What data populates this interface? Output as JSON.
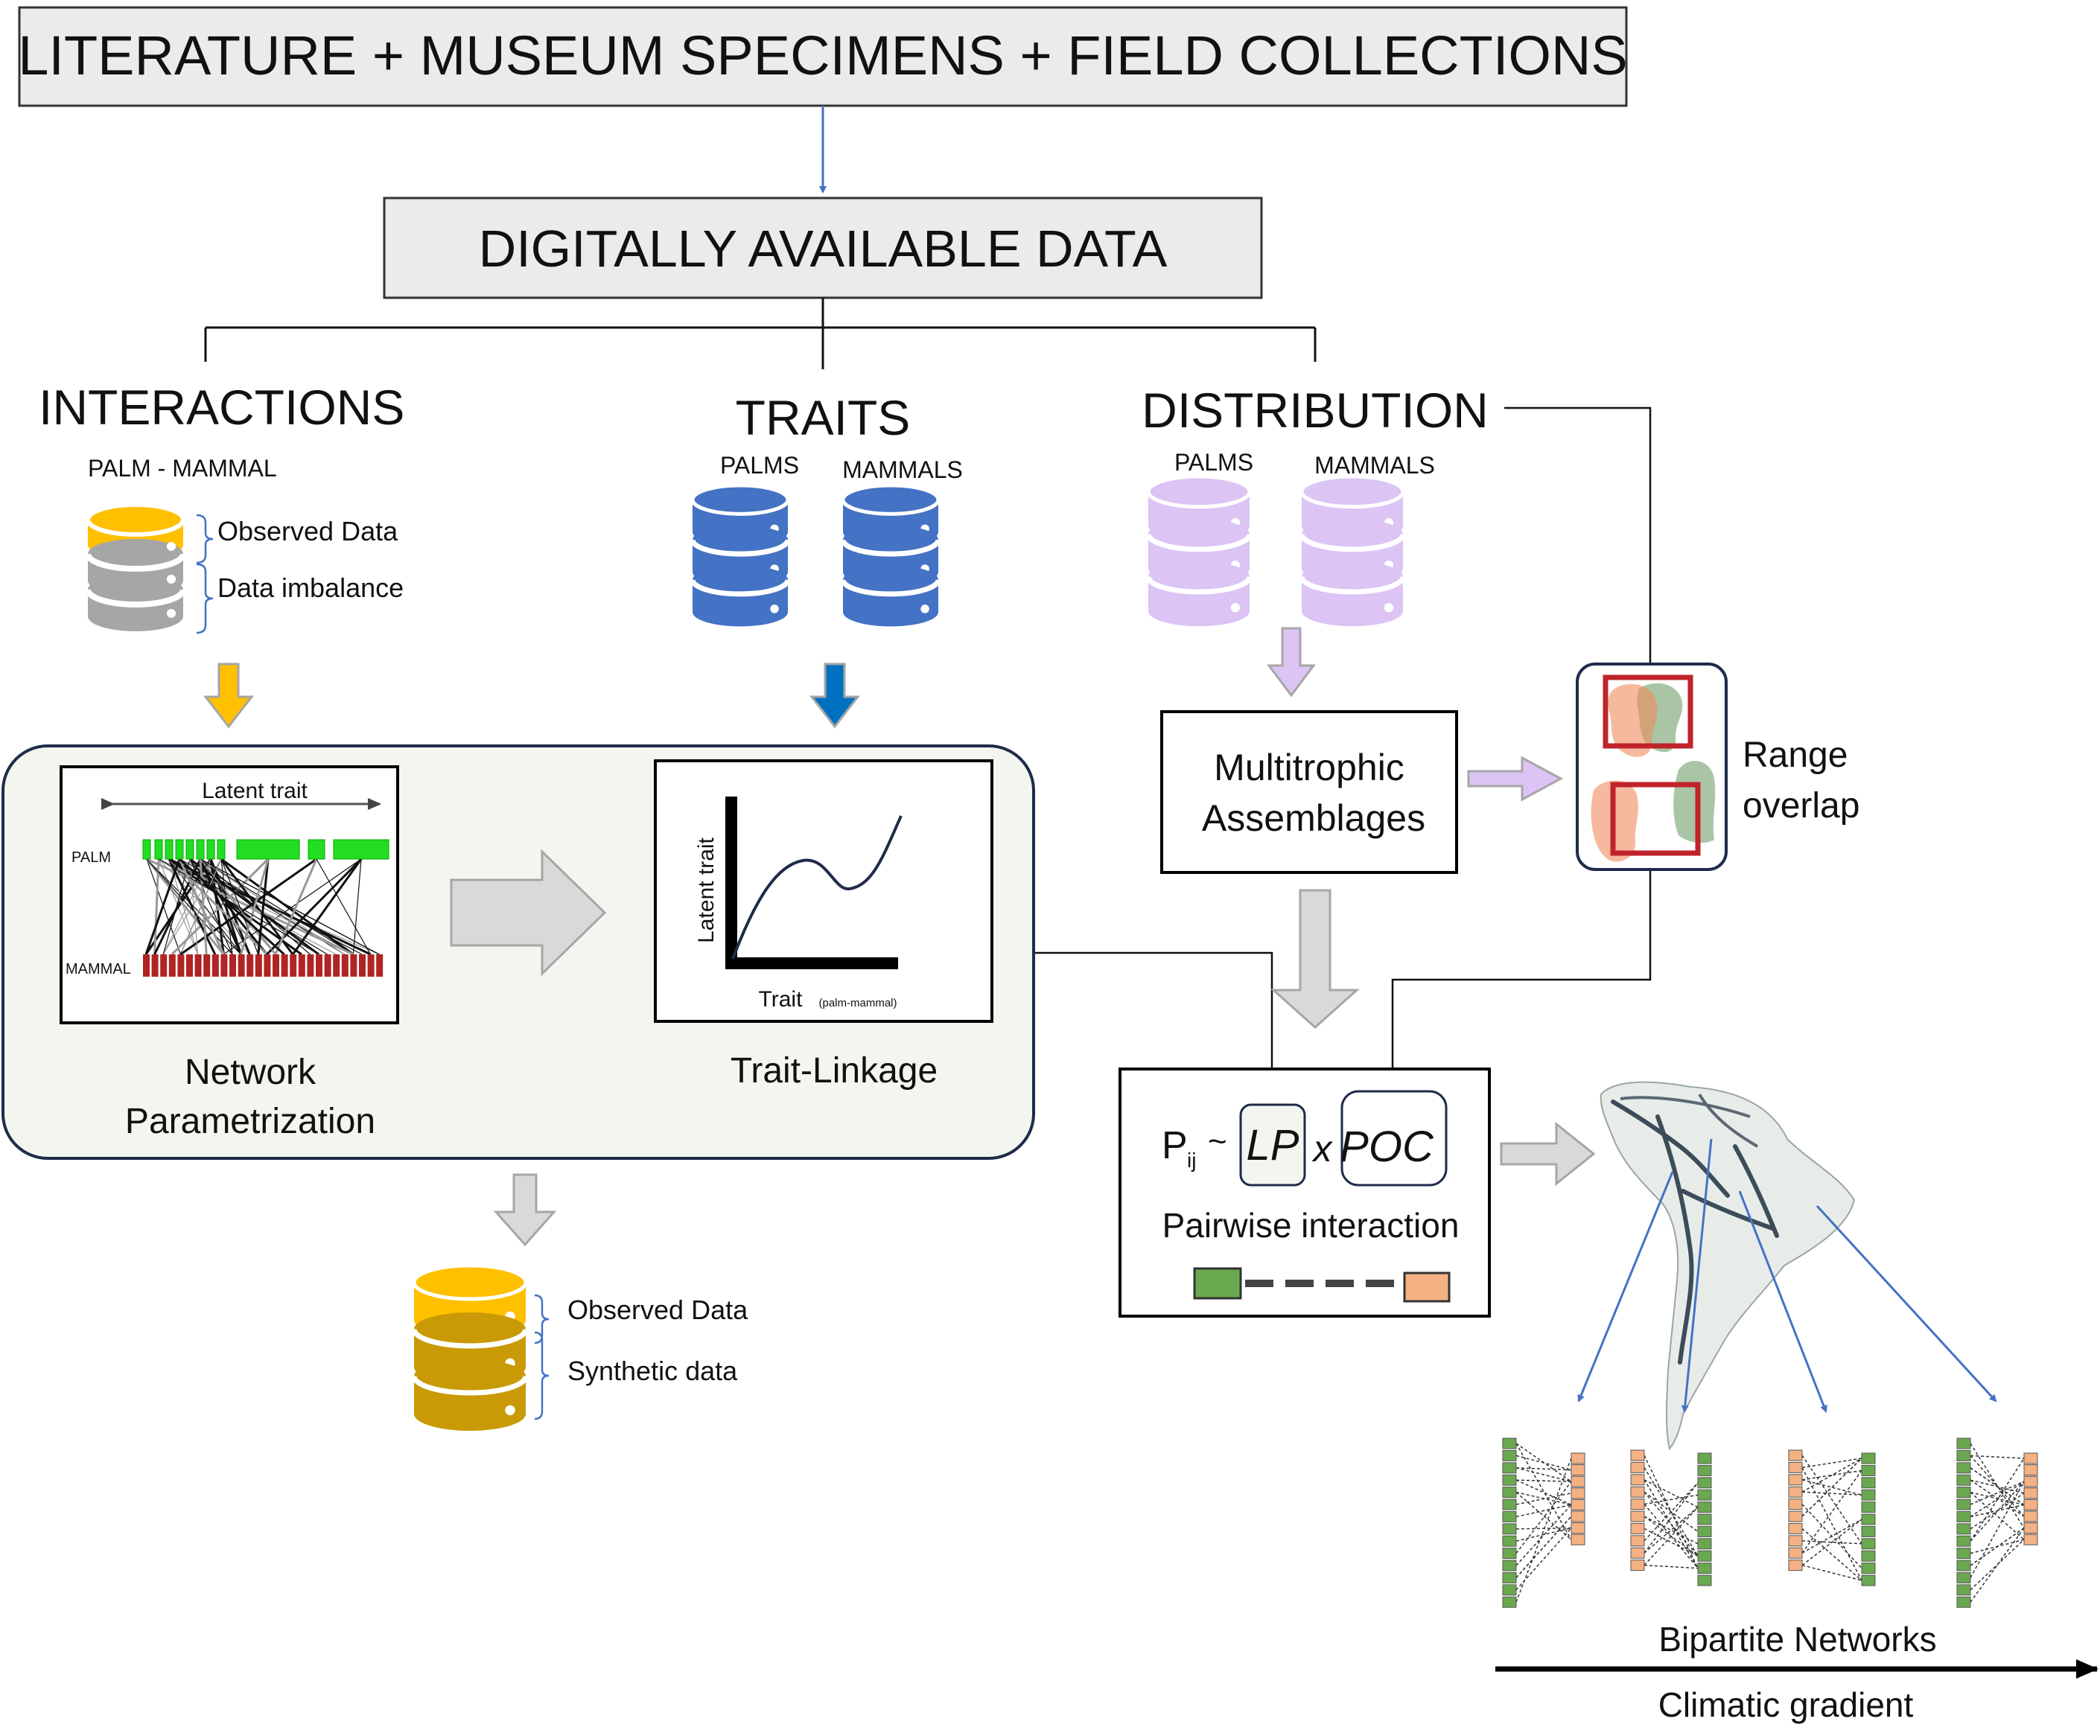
{
  "colors": {
    "box_fill": "#ebebeb",
    "panel_fill": "#f3f6ef",
    "panel_border": "#1f2b4a",
    "arrow_blue": "#4472c4",
    "db_yellow": "#ffc000",
    "db_gray": "#a6a6a6",
    "db_blue": "#4472c4",
    "db_lavender": "#dcc4f5",
    "db_olive": "#c99a06",
    "palm_green": "#22dd22",
    "mammal_red": "#b02424",
    "range_red": "#c0242a",
    "range_orange": "#f08a5c",
    "range_green": "#6f9e6a",
    "node_green": "#6aa84f",
    "node_orange": "#f4b183"
  },
  "header": {
    "top_title": "LITERATURE + MUSEUM SPECIMENS + FIELD COLLECTIONS",
    "digital_title": "DIGITALLY AVAILABLE DATA"
  },
  "interactions": {
    "title": "INTERACTIONS",
    "subtitle": "PALM - MAMMAL",
    "observed": "Observed Data",
    "imbalance": "Data imbalance"
  },
  "traits": {
    "title": "TRAITS",
    "palms": "PALMS",
    "mammals": "MAMMALS"
  },
  "distribution": {
    "title": "DISTRIBUTION",
    "palms": "PALMS",
    "mammals": "MAMMALS"
  },
  "network_panel": {
    "latent": "Latent trait",
    "palm": "PALM",
    "mammal": "MAMMAL",
    "caption_1": "Network",
    "caption_2": "Parametrization"
  },
  "trait_panel": {
    "y_label": "Latent trait",
    "x_label": "Trait",
    "x_sub": "(palm-mammal)",
    "caption": "Trait-Linkage"
  },
  "assemblages": {
    "line1": "Multitrophic",
    "line2": "Assemblages"
  },
  "range": {
    "line1": "Range",
    "line2": "overlap"
  },
  "formula": {
    "p": "P",
    "sub": "ij",
    "tilde": "~",
    "lp": "LP",
    "x": "x",
    "poc": "POC",
    "caption": "Pairwise interaction"
  },
  "output_db": {
    "observed": "Observed Data",
    "synthetic": "Synthetic data"
  },
  "networks": {
    "caption": "Bipartite Networks",
    "gradient": "Climatic gradient"
  }
}
